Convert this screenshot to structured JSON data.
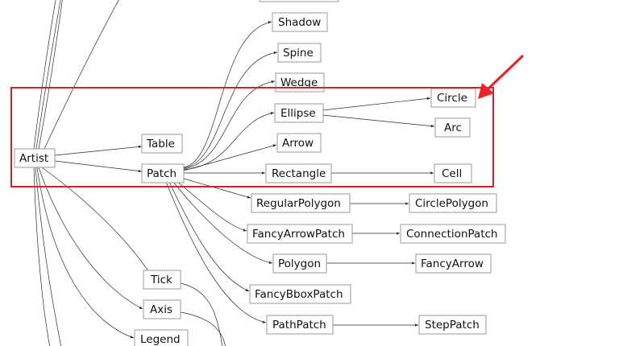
{
  "nodes": {
    "artist": "Artist",
    "table": "Table",
    "patch": "Patch",
    "shadow": "Shadow",
    "spine": "Spine",
    "wedge": "Wedge",
    "ellipse": "Ellipse",
    "arrow": "Arrow",
    "rectangle": "Rectangle",
    "circle": "Circle",
    "arc": "Arc",
    "cell": "Cell",
    "regularpolygon": "RegularPolygon",
    "circlepolygon": "CirclePolygon",
    "fancyarrowpatch": "FancyArrowPatch",
    "connectionpatch": "ConnectionPatch",
    "polygon": "Polygon",
    "fancyarrow": "FancyArrow",
    "fancybboxpatch": "FancyBboxPatch",
    "pathpatch": "PathPatch",
    "steppatch": "StepPatch",
    "tick": "Tick",
    "axis": "Axis",
    "legend": "Legend"
  },
  "colors": {
    "highlight": "#d32027",
    "arrow": "#e8232b",
    "edge": "#2a2a2a",
    "node_border": "#9a9a9a"
  }
}
